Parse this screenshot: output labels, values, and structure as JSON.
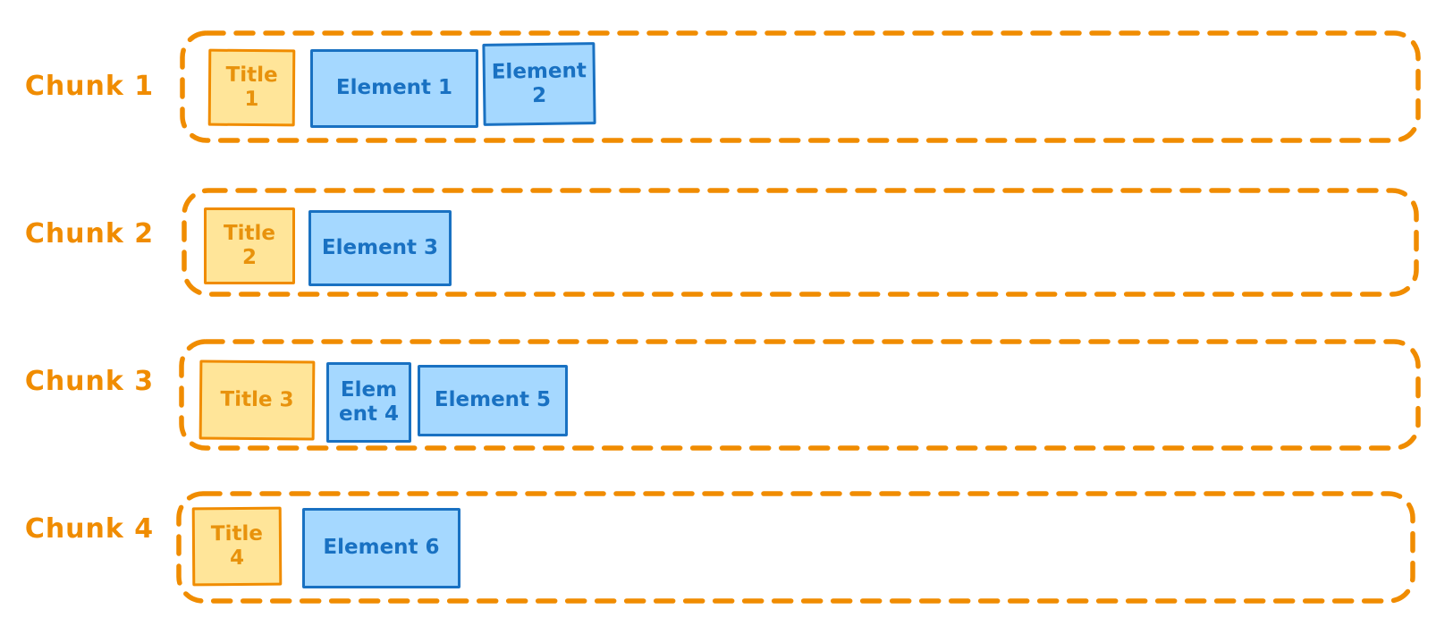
{
  "diagram": {
    "chunks": [
      {
        "label": "Chunk 1",
        "title": "Title 1",
        "elements": [
          "Element 1",
          "Element 2"
        ]
      },
      {
        "label": "Chunk 2",
        "title": "Title 2",
        "elements": [
          "Element 3"
        ]
      },
      {
        "label": "Chunk 3",
        "title": "Title 3",
        "elements": [
          "Element 4",
          "Element 5"
        ]
      },
      {
        "label": "Chunk 4",
        "title": "Title 4",
        "elements": [
          "Element 6"
        ]
      }
    ],
    "colors": {
      "orange_stroke": "#f08c00",
      "orange_text": "#e8920c",
      "yellow_fill": "#ffe599",
      "blue_fill": "#a5d8ff",
      "blue_stroke": "#1971c2"
    }
  }
}
